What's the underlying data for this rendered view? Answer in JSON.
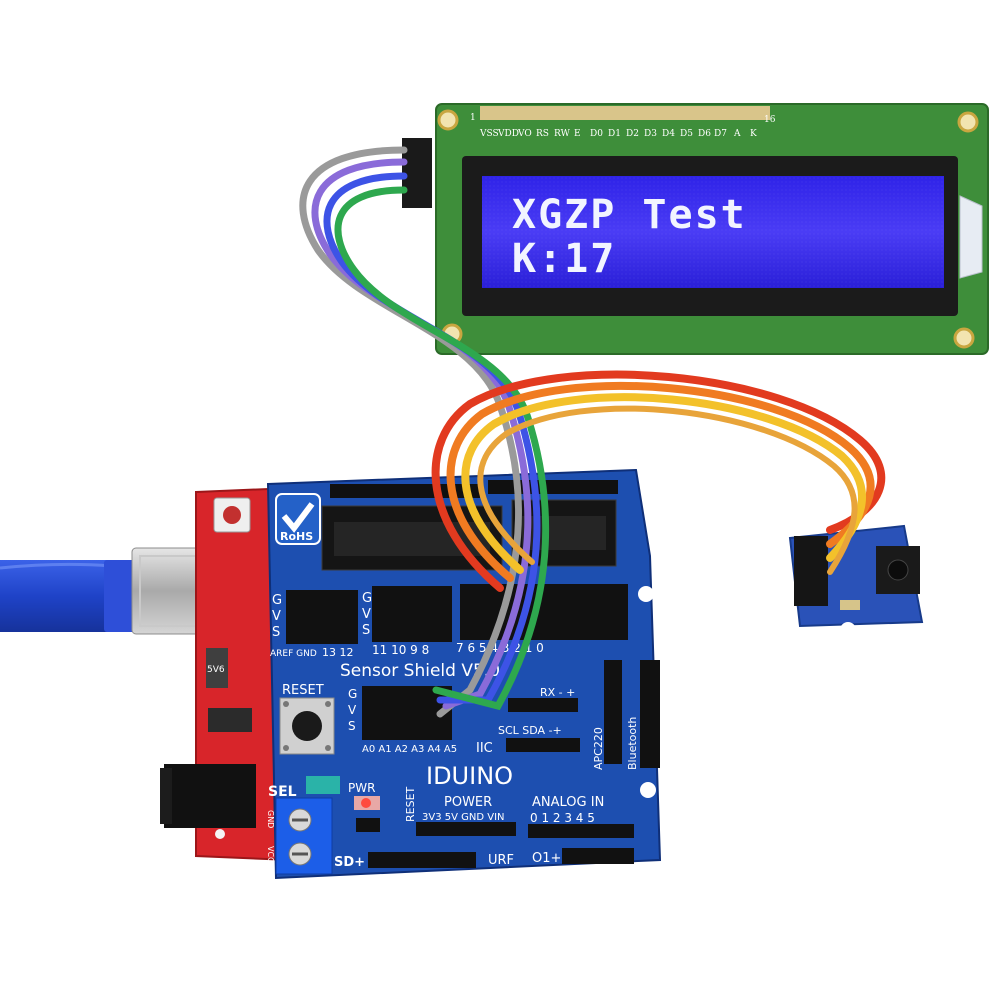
{
  "lcd": {
    "pin_first": "1",
    "pin_last": "16",
    "pin_labels": [
      "VSS",
      "VDD",
      "VO",
      "RS",
      "RW",
      "E",
      "D0",
      "D1",
      "D2",
      "D3",
      "D4",
      "D5",
      "D6",
      "D7",
      "A",
      "K"
    ],
    "line1": "XGZP Test",
    "line2": "K:17",
    "backlight_color": "#3b2cf0",
    "pcb_color": "#3e8e3a"
  },
  "shield": {
    "pcb_color": "#1d4fb0",
    "rohs": "RoHS",
    "title": "Sensor Shield V5.0",
    "brand": "IDUINO",
    "reset_label": "RESET",
    "row_gvs": [
      "G",
      "V",
      "S"
    ],
    "aref_gnd": "AREF GND",
    "digital_left": "13 12",
    "digital_mid": "11 10 9 8",
    "digital_right": "7 6 5 4 3 2 1 0",
    "analog_row": "A0 A1 A2 A3 A4 A5",
    "iic_label": "IIC",
    "scl_sda": "SCL SDA -+",
    "rx_label": "RX - +",
    "apc220": "APC220",
    "bluetooth": "Bluetooth",
    "sel_label": "SEL",
    "pwr_label": "PWR",
    "reset_vertical": "RESET",
    "power_label": "POWER",
    "power_pins": "3V3 5V GND VIN",
    "analog_in": "ANALOG IN",
    "analog_pins": "0 1 2 3 4 5",
    "sd_label": "SD+",
    "urf_label": "URF",
    "o1_label": "O1+",
    "gnd": "GND",
    "vcc": "VCC"
  },
  "uno": {
    "pcb_color": "#d8252a",
    "regulator": "5V6"
  },
  "sensor": {
    "pcb_color": "#2a52b8"
  }
}
